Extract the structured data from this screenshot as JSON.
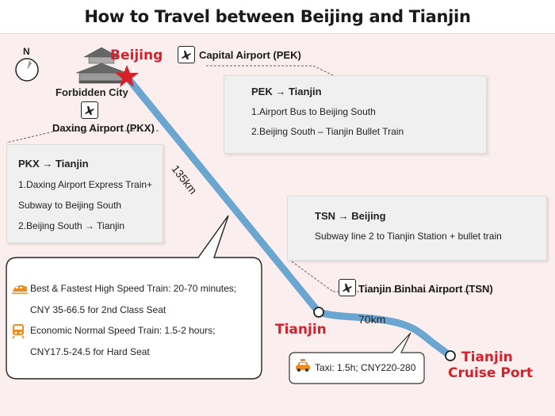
{
  "title": "How to Travel between Beijing and Tianjin",
  "compass": {
    "label": "N"
  },
  "cities": {
    "beijing": "Beijing",
    "tianjin": "Tianjin",
    "cruise_port_line1": "Tianjin",
    "cruise_port_line2": "Cruise Port"
  },
  "landmark": "Forbidden City",
  "airports": {
    "pek": "Capital Airport (PEK)",
    "pkx": "Daxing Airport (PKX)",
    "tsn": "Tianjin Binhai Airport (TSN)"
  },
  "distances": {
    "beijing_tianjin": "135km",
    "tianjin_port": "70km"
  },
  "pek_box": {
    "head": "PEK → Tianjin",
    "lines": [
      "1.Airport Bus to Beijing South",
      "2.Beijing South – Tianjin Bullet Train"
    ]
  },
  "pkx_box": {
    "head": "PKX → Tianjin",
    "lines": [
      "1.Daxing Airport Express Train+",
      "Subway to Beijing South",
      "2.Beijing South → Tianjin"
    ]
  },
  "tsn_box": {
    "head": "TSN → Beijing",
    "lines": [
      "Subway line 2 to Tianjin Station + bullet train"
    ]
  },
  "train_bubble": {
    "lines": [
      "Best & Fastest High Speed Train: 20-70 minutes;",
      "CNY 35-66.5 for 2nd Class Seat",
      "Economic Normal Speed Train: 1.5-2 hours;",
      "CNY17.5-24.5 for Hard Seat"
    ]
  },
  "taxi_bubble": {
    "text": "Taxi: 1.5h; CNY220-280"
  },
  "colors": {
    "route": "#6aa6d0",
    "city_red": "#d8202a",
    "train_orange": "#f08c1e",
    "box_bg": "#f0f0f0",
    "background": "#fbeeee"
  },
  "icons": [
    "compass-icon",
    "star-icon",
    "plane-icon",
    "high-speed-train-icon",
    "normal-train-icon",
    "taxi-icon"
  ]
}
